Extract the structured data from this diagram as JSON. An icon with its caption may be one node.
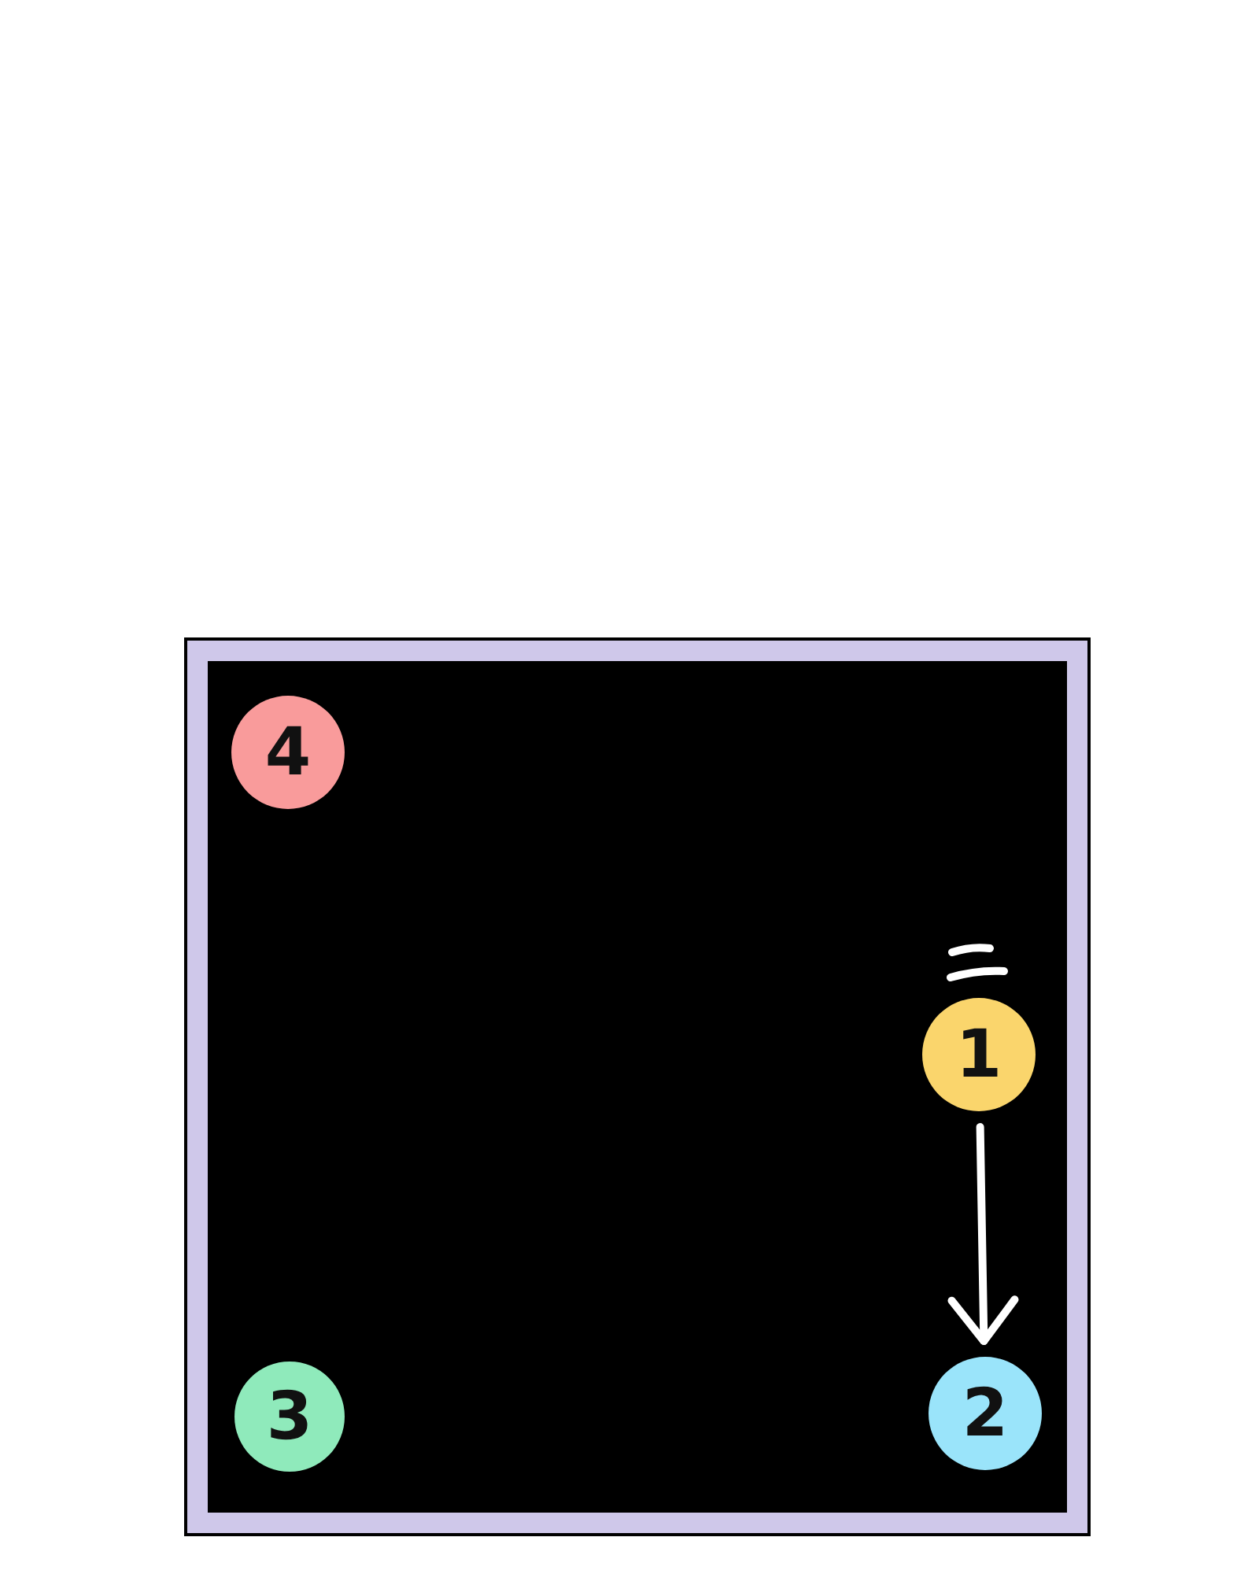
{
  "diagram": {
    "nodes": [
      {
        "text": [],
        "shape": "box"
      },
      {
        "text": [
          "4"
        ],
        "in": 0
      },
      {
        "text": [
          "1"
        ],
        "in": 0
      },
      {
        "text": [
          "3"
        ],
        "in": 0
      },
      {
        "text": [
          "2"
        ],
        "in": 0
      }
    ],
    "edges": [
      {
        "from": 2,
        "to": 4,
        "arrow": "to"
      }
    ]
  }
}
